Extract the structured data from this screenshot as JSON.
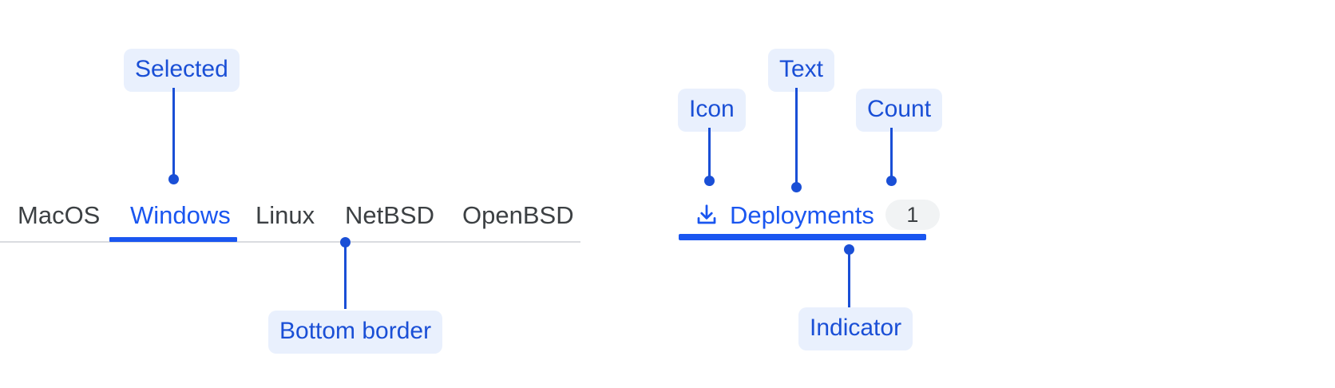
{
  "left_group": {
    "tabs": [
      {
        "label": "MacOS",
        "selected": false
      },
      {
        "label": "Windows",
        "selected": true
      },
      {
        "label": "Linux",
        "selected": false
      },
      {
        "label": "NetBSD",
        "selected": false
      },
      {
        "label": "OpenBSD",
        "selected": false
      }
    ],
    "annotations": [
      {
        "label": "Selected"
      },
      {
        "label": "Bottom border"
      }
    ]
  },
  "right_group": {
    "tab": {
      "icon": "download-icon",
      "label": "Deployments",
      "count": "1",
      "selected": true
    },
    "annotations": [
      {
        "label": "Icon"
      },
      {
        "label": "Text"
      },
      {
        "label": "Count"
      },
      {
        "label": "Indicator"
      }
    ]
  },
  "colors": {
    "accent_blue": "#1a56f0",
    "annotation_text": "#1a4fd6",
    "annotation_bg": "#e9f0fd",
    "tab_text": "#3c4043",
    "divider": "#dadce0",
    "badge_bg": "#f1f3f4"
  }
}
